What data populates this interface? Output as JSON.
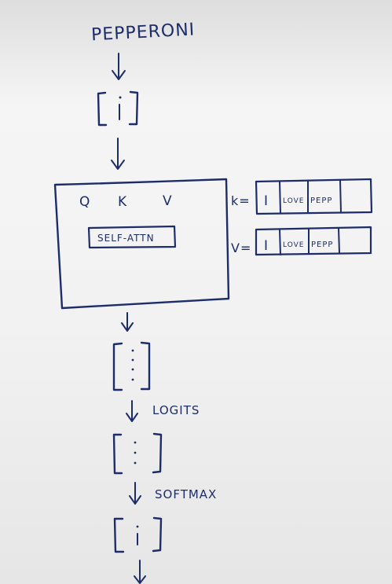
{
  "title_word": "PEPPERONI",
  "block": {
    "q_label": "Q",
    "k_label": "K",
    "v_label": "V",
    "attn_label": "SELF-ATTN"
  },
  "cache": {
    "k_label": "k=",
    "v_label": "V=",
    "k_cells": [
      "I",
      "LOVE",
      "PEPP",
      ""
    ],
    "v_cells": [
      "I",
      "LOVE",
      "PEPP",
      ""
    ]
  },
  "steps": {
    "logits_label": "LOGITS",
    "softmax_label": "SOFTMAX"
  },
  "colors": {
    "ink": "#1d2d6b"
  }
}
